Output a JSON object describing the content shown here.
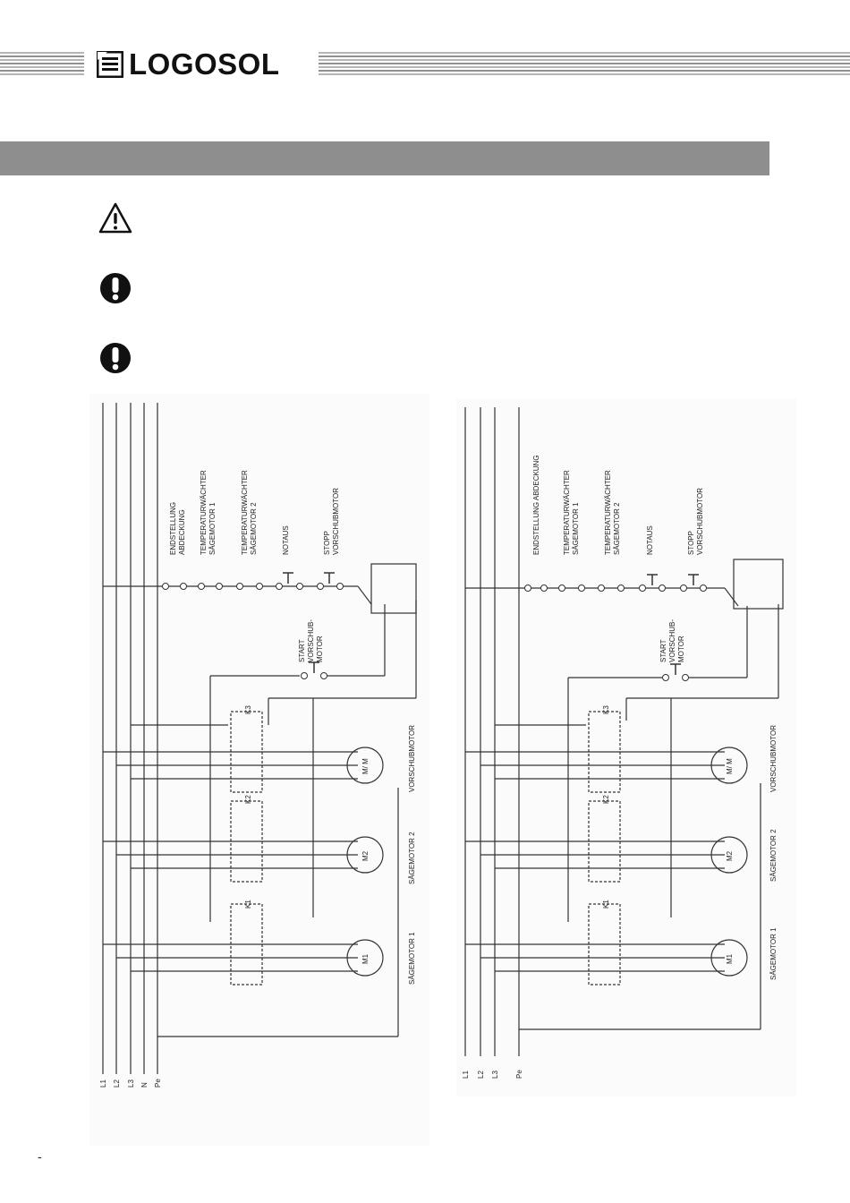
{
  "brand": {
    "name": "LOGOSOL",
    "logo_icon": "logosol-mark-icon"
  },
  "notices": [
    {
      "icon": "warning-triangle-icon"
    },
    {
      "icon": "mandatory-exclamation-icon"
    },
    {
      "icon": "mandatory-exclamation-icon"
    }
  ],
  "diagram_left": {
    "rails": [
      "L1",
      "L2",
      "L3",
      "N",
      "Pe"
    ],
    "components": [
      "ENDSTELLUNG",
      "ABDECKUNG",
      "TEMPERATURWÄCHTER",
      "SÄGEMOTOR 1",
      "TEMPERATURWÄCHTER",
      "SÄGEMOTOR 2",
      "NOTAUS",
      "STOPP",
      "VORSCHUBMOTOR"
    ],
    "start_label": [
      "START",
      "VORSCHUB-",
      "MOTOR"
    ],
    "contactors": [
      "K3",
      "K2",
      "K1"
    ],
    "motors": [
      "M/ M",
      "M2",
      "M1"
    ],
    "motor_labels": [
      "VORSCHUBMOTOR",
      "SÄGEMOTOR 2",
      "SÄGEMOTOR 1"
    ]
  },
  "diagram_right": {
    "rails": [
      "L1",
      "L2",
      "L3",
      "Pe"
    ],
    "components": [
      "ENDSTELLUNG ABDECKUNG",
      "TEMPERATURWÄCHTER",
      "SÄGEMOTOR 1",
      "TEMPERATURWÄCHTER",
      "SÄGEMOTOR 2",
      "NOTAUS",
      "STOPP",
      "VORSCHUBMOTOR"
    ],
    "start_label": [
      "START",
      "VORSCHUB-",
      "MOTOR"
    ],
    "contactors": [
      "K3",
      "K2",
      "K1"
    ],
    "motors": [
      "M/ M",
      "M2",
      "M1"
    ],
    "motor_labels": [
      "VORSCHUBMOTOR",
      "SÄGEMOTOR 2",
      "SÄGEMOTOR 1"
    ]
  },
  "footer": {
    "mark": "-"
  }
}
